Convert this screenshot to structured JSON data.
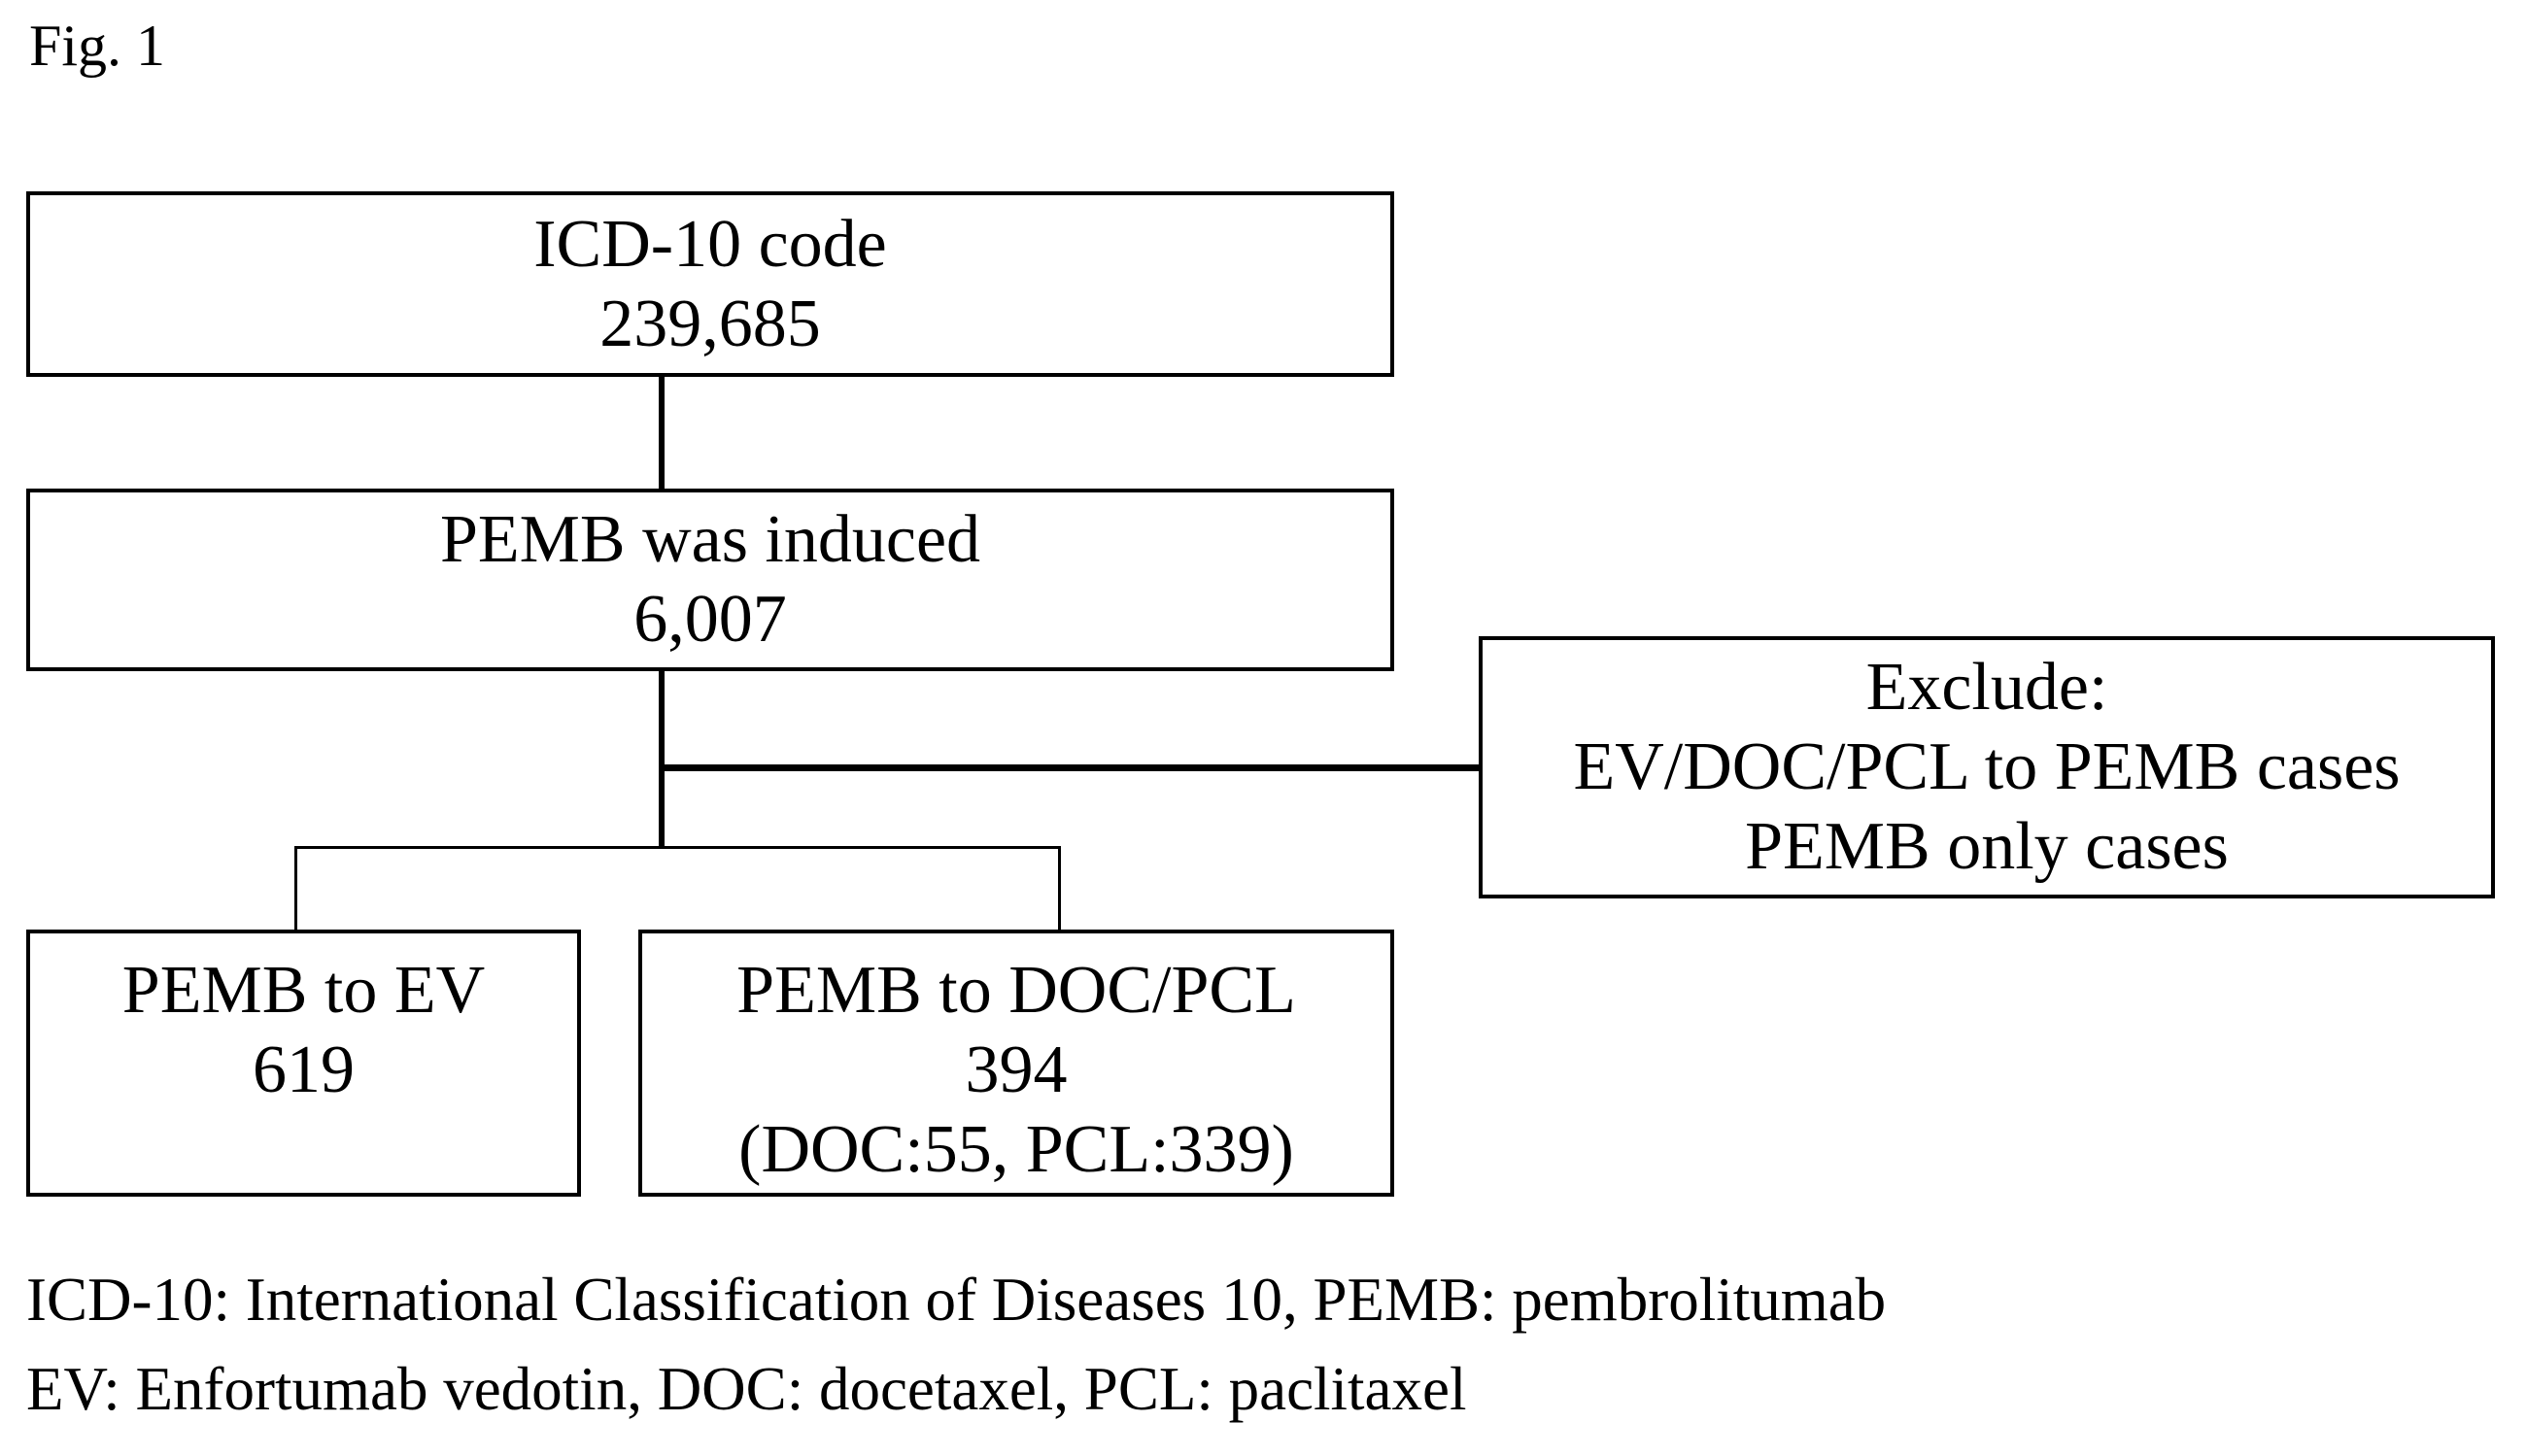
{
  "figure": {
    "label": "Fig. 1"
  },
  "flowchart": {
    "box_icd10": {
      "title": "ICD-10 code",
      "count": "239,685"
    },
    "box_pemb_induced": {
      "title": "PEMB was induced",
      "count": "6,007"
    },
    "box_exclude": {
      "line1": "Exclude:",
      "line2": "EV/DOC/PCL to PEMB cases",
      "line3": "PEMB only cases"
    },
    "box_pemb_to_ev": {
      "title": "PEMB to EV",
      "count": "619"
    },
    "box_pemb_to_docpcl": {
      "title": "PEMB to DOC/PCL",
      "count": "394",
      "detail": "(DOC:55, PCL:339)"
    }
  },
  "footnote": {
    "line1": "ICD-10: International Classification of Diseases 10, PEMB: pembrolitumab",
    "line2": "EV: Enfortumab vedotin, DOC: docetaxel, PCL: paclitaxel"
  },
  "colors": {
    "background": "#ffffff",
    "line": "#000000",
    "text": "#000000"
  }
}
